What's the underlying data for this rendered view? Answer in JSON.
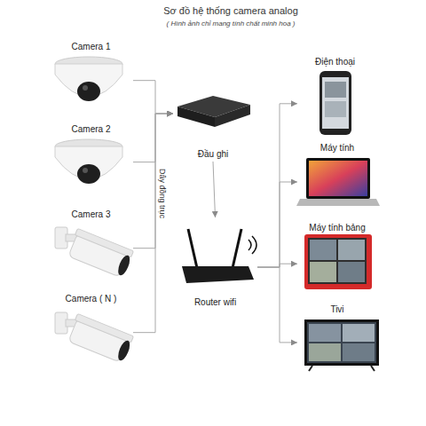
{
  "diagram": {
    "title": "Sơ đồ hệ thống camera analog",
    "nodes": [
      {
        "text": [
          "Camera 1"
        ]
      },
      {
        "text": [
          "Camera 2"
        ]
      },
      {
        "text": [
          "Camera 3"
        ]
      },
      {
        "text": [
          "Camera ( N )"
        ]
      },
      {
        "text": [
          "Đầu ghi"
        ]
      },
      {
        "text": [
          "Router wifi"
        ]
      },
      {
        "text": [
          "Điện thoại"
        ]
      },
      {
        "text": [
          "Máy tính"
        ]
      },
      {
        "text": [
          "Máy tính bảng"
        ]
      },
      {
        "text": [
          "Tivi"
        ]
      }
    ],
    "edges": [
      {
        "from": 0,
        "to": 4,
        "arrow": "to"
      },
      {
        "from": 1,
        "to": 4,
        "arrow": "to"
      },
      {
        "from": 2,
        "to": 4,
        "arrow": "to"
      },
      {
        "from": 3,
        "to": 4,
        "arrow": "to"
      },
      {
        "from": 4,
        "to": 5,
        "arrow": "to"
      },
      {
        "from": 5,
        "to": 6,
        "arrow": "to"
      },
      {
        "from": 5,
        "to": 7,
        "arrow": "to"
      },
      {
        "from": 5,
        "to": 8,
        "arrow": "to"
      },
      {
        "from": 5,
        "to": 9,
        "arrow": "to"
      }
    ],
    "labels": [
      "( Hình ảnh chỉ mang tính chất minh hoạ )",
      "Dây đồng trục"
    ]
  }
}
